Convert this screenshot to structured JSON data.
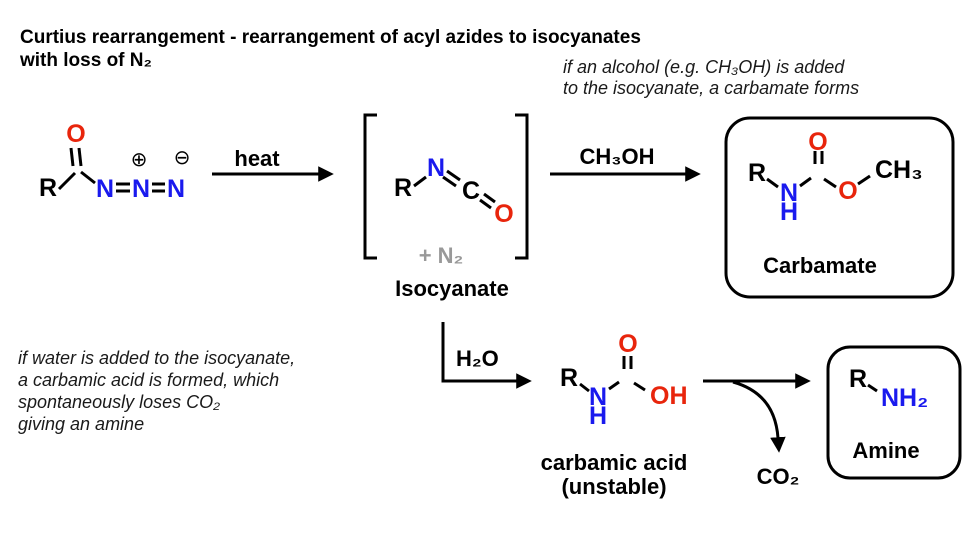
{
  "title": {
    "line1": "Curtius rearrangement - rearrangement of acyl azides to isocyanates",
    "line2": "with loss of N₂"
  },
  "notes": {
    "alcohol_line1": "if an alcohol (e.g. CH₃OH) is added",
    "alcohol_line2": "to the isocyanate, a carbamate forms",
    "water_line1": "if water is added to the isocyanate,",
    "water_line2": "a carbamic acid is formed, which",
    "water_line3": "spontaneously loses CO₂",
    "water_line4": "giving an amine"
  },
  "labels": {
    "heat": "heat",
    "methanol": "CH₃OH",
    "water": "H₂O",
    "co2": "CO₂",
    "n2_byproduct": "+ N₂",
    "plus_charge": "⊕",
    "minus_charge": "⊖"
  },
  "molecules": {
    "acyl_azide": {
      "r": "R",
      "o": "O",
      "n1": "N",
      "n2": "N",
      "n3": "N"
    },
    "isocyanate": {
      "r": "R",
      "n": "N",
      "c": "C",
      "o": "O",
      "name": "Isocyanate"
    },
    "carbamate": {
      "r": "R",
      "n": "N",
      "h": "H",
      "o_carbonyl": "O",
      "o_ester": "O",
      "ch3": "CH₃",
      "name": "Carbamate"
    },
    "carbamic_acid": {
      "r": "R",
      "n": "N",
      "h": "H",
      "o_carbonyl": "O",
      "oh": "OH",
      "name_line1": "carbamic acid",
      "name_line2": "(unstable)"
    },
    "amine": {
      "r": "R",
      "nh2": "NH₂",
      "name": "Amine"
    }
  },
  "colors": {
    "oxygen_red": "#e8250c",
    "nitrogen_blue": "#1a1aee",
    "byproduct_gray": "#999999",
    "ink_black": "#000000"
  }
}
